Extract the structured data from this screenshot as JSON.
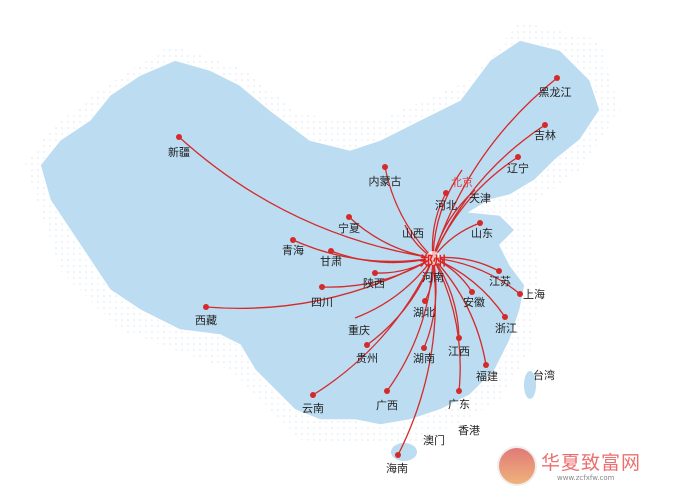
{
  "map": {
    "hub": {
      "name": "郑州",
      "province": "河南"
    },
    "colors": {
      "land": "#bcdcf1",
      "route": "#d42a2a",
      "dot": "#d42a2a",
      "capital": "#e0454a"
    },
    "destinations": [
      {
        "name": "黑龙江"
      },
      {
        "name": "吉林"
      },
      {
        "name": "辽宁"
      },
      {
        "name": "北京"
      },
      {
        "name": "天津"
      },
      {
        "name": "河北"
      },
      {
        "name": "山东"
      },
      {
        "name": "内蒙古"
      },
      {
        "name": "宁夏"
      },
      {
        "name": "山西"
      },
      {
        "name": "青海"
      },
      {
        "name": "甘肃"
      },
      {
        "name": "新疆"
      },
      {
        "name": "西藏"
      },
      {
        "name": "四川"
      },
      {
        "name": "陕西"
      },
      {
        "name": "江苏"
      },
      {
        "name": "上海"
      },
      {
        "name": "安徽"
      },
      {
        "name": "浙江"
      },
      {
        "name": "湖北"
      },
      {
        "name": "重庆"
      },
      {
        "name": "贵州"
      },
      {
        "name": "湖南"
      },
      {
        "name": "江西"
      },
      {
        "name": "福建"
      },
      {
        "name": "云南"
      },
      {
        "name": "广西"
      },
      {
        "name": "广东"
      },
      {
        "name": "海南"
      }
    ],
    "other_labels": [
      {
        "name": "香港"
      },
      {
        "name": "澳门"
      },
      {
        "name": "台湾"
      }
    ]
  },
  "watermark": {
    "title": "华夏致富网",
    "url": "www.zcfxfw.com"
  }
}
